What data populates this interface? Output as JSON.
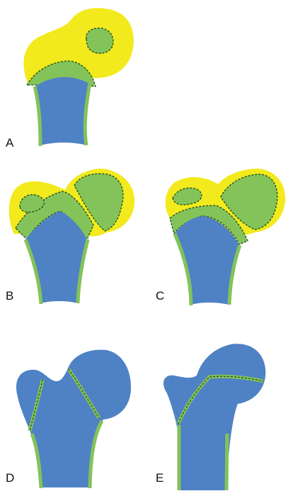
{
  "panels": [
    {
      "label": "A"
    },
    {
      "label": "B"
    },
    {
      "label": "C"
    },
    {
      "label": "D"
    },
    {
      "label": "E"
    }
  ],
  "colors": {
    "cartilage": "#f2ea1c",
    "ossification": "#83c35a",
    "bone": "#4f81c5",
    "outline": "#1e4a1a"
  }
}
